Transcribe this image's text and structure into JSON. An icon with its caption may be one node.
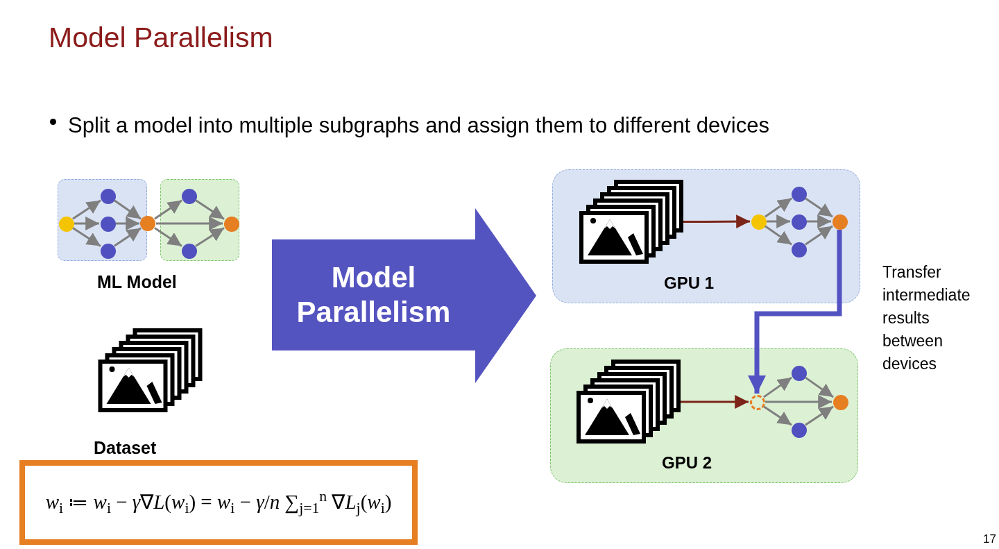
{
  "diagram": {
    "title": "Model Parallelism",
    "nodes": [
      {
        "text": [],
        "shape": "box"
      },
      {
        "text": [],
        "shape": "box"
      },
      {
        "text": [],
        "shape": "circle",
        "in": 0
      },
      {
        "text": [],
        "shape": "circle",
        "in": 0
      },
      {
        "text": [],
        "shape": "circle",
        "in": 0
      },
      {
        "text": [],
        "shape": "circle",
        "in": 0
      },
      {
        "text": [],
        "shape": "circle"
      },
      {
        "text": [],
        "shape": "circle",
        "in": 1
      },
      {
        "text": [],
        "shape": "circle",
        "in": 1
      },
      {
        "text": [],
        "shape": "circle",
        "in": 1
      },
      {
        "text": [
          "Model Parallelism"
        ]
      },
      {
        "text": [
          "*w*$_{i}$ ≔ *w*$_{i}$ − *γ*∇*L*(*w*$_{i}$) = *w*$_{i}$ − *γ*/*n* ∑$_{j=1}$$^{n}$ ∇*L*$_{j}$(*w*$_{i}$)"
        ]
      },
      {
        "text": [
          "GPU 1"
        ]
      },
      {
        "text": [],
        "shape": "picture",
        "in": 12
      },
      {
        "text": [],
        "shape": "circle",
        "in": 12
      },
      {
        "text": [],
        "shape": "circle",
        "in": 12
      },
      {
        "text": [],
        "shape": "circle",
        "in": 12
      },
      {
        "text": [],
        "shape": "circle",
        "in": 12
      },
      {
        "text": [],
        "shape": "circle",
        "in": 12
      },
      {
        "text": [
          "GPU 2"
        ]
      },
      {
        "text": [],
        "shape": "picture",
        "in": 19
      },
      {
        "text": [],
        "shape": "circle",
        "in": 19
      },
      {
        "text": [],
        "shape": "circle",
        "in": 19
      },
      {
        "text": [],
        "shape": "circle",
        "in": 19
      },
      {
        "text": [],
        "shape": "circle",
        "in": 19
      }
    ],
    "edges": [
      {
        "from": 2,
        "to": 3,
        "arrow": "to"
      },
      {
        "from": 2,
        "to": 4,
        "arrow": "to"
      },
      {
        "from": 2,
        "to": 5,
        "arrow": "to"
      },
      {
        "from": 3,
        "to": 6,
        "arrow": "to"
      },
      {
        "from": 4,
        "to": 6,
        "arrow": "to"
      },
      {
        "from": 5,
        "to": 6,
        "arrow": "to"
      },
      {
        "from": 6,
        "to": 7,
        "arrow": "to"
      },
      {
        "from": 6,
        "to": 9,
        "arrow": "to"
      },
      {
        "from": 6,
        "to": 8,
        "arrow": "to"
      },
      {
        "from": 7,
        "to": 9,
        "arrow": "to"
      },
      {
        "from": 8,
        "to": 9,
        "arrow": "to"
      },
      {
        "from": 13,
        "to": 14,
        "arrow": "to",
        "color": "#7b2417"
      },
      {
        "from": 14,
        "to": 15,
        "arrow": "to"
      },
      {
        "from": 14,
        "to": 16,
        "arrow": "to"
      },
      {
        "from": 14,
        "to": 17,
        "arrow": "to"
      },
      {
        "from": 15,
        "to": 18,
        "arrow": "to"
      },
      {
        "from": 16,
        "to": 18,
        "arrow": "to"
      },
      {
        "from": 17,
        "to": 18,
        "arrow": "to"
      },
      {
        "from": 18,
        "to": 21,
        "arrow": "to",
        "style": "thick",
        "color": "#5252c2"
      },
      {
        "from": 20,
        "to": 21,
        "arrow": "to",
        "color": "#7b2417"
      },
      {
        "from": 21,
        "to": 22,
        "arrow": "to"
      },
      {
        "from": 21,
        "to": 24,
        "arrow": "to"
      },
      {
        "from": 21,
        "to": 23,
        "arrow": "to"
      },
      {
        "from": 22,
        "to": 24,
        "arrow": "to"
      },
      {
        "from": 23,
        "to": 24,
        "arrow": "to"
      }
    ],
    "labels": [
      "Split a model into multiple subgraphs and assign them to different devices",
      "ML Model",
      "Dataset",
      "Transfer intermediate results between devices",
      "17"
    ]
  }
}
